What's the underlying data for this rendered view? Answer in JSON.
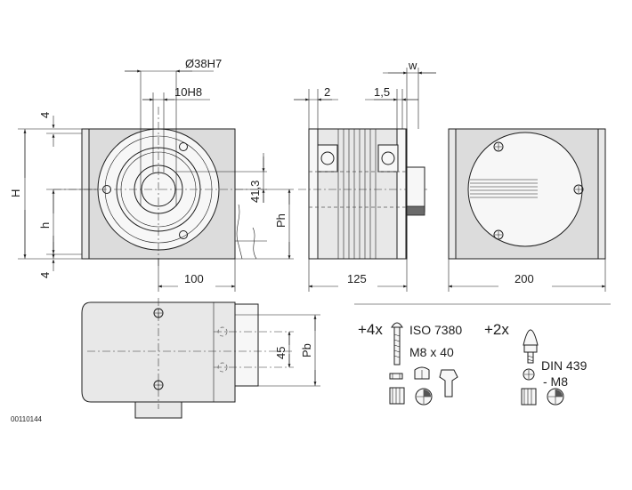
{
  "dimensions": {
    "bore": "Ø38H7",
    "keyway": "10H8",
    "flange_offset": "2",
    "gap": "1,5",
    "w": "w",
    "H": "H",
    "h": "h",
    "top_margin": "4",
    "bottom_margin": "4",
    "center_height": "41,3",
    "Ph": "Ph",
    "Pb": "Pb",
    "width_front": "100",
    "depth_side": "125",
    "width_back": "200",
    "bolt_spacing": "45"
  },
  "accessories": {
    "screws_qty": "+4x",
    "screws_standard": "ISO 7380",
    "screws_size": "M8 x 40",
    "nuts_qty": "+2x",
    "nuts_standard": "DIN 439",
    "nuts_size": "- M8"
  },
  "drawing_id": "00110144"
}
